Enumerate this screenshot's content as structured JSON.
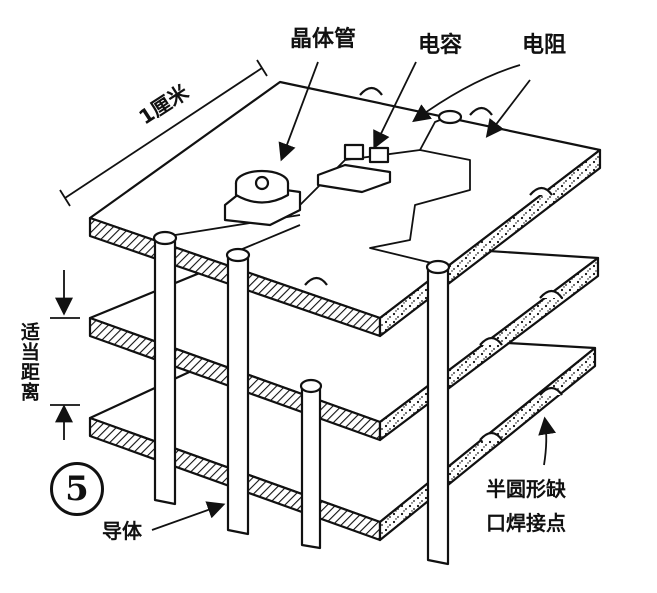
{
  "labels": {
    "transistor": "晶体管",
    "capacitor": "电容",
    "resistor": "电阻",
    "one_cm": "1厘米",
    "spacing": "适当距离",
    "conductor": "导体",
    "solder_joint_line1": "半圆形缺",
    "solder_joint_line2": "口焊接点",
    "figure_number": "5"
  }
}
